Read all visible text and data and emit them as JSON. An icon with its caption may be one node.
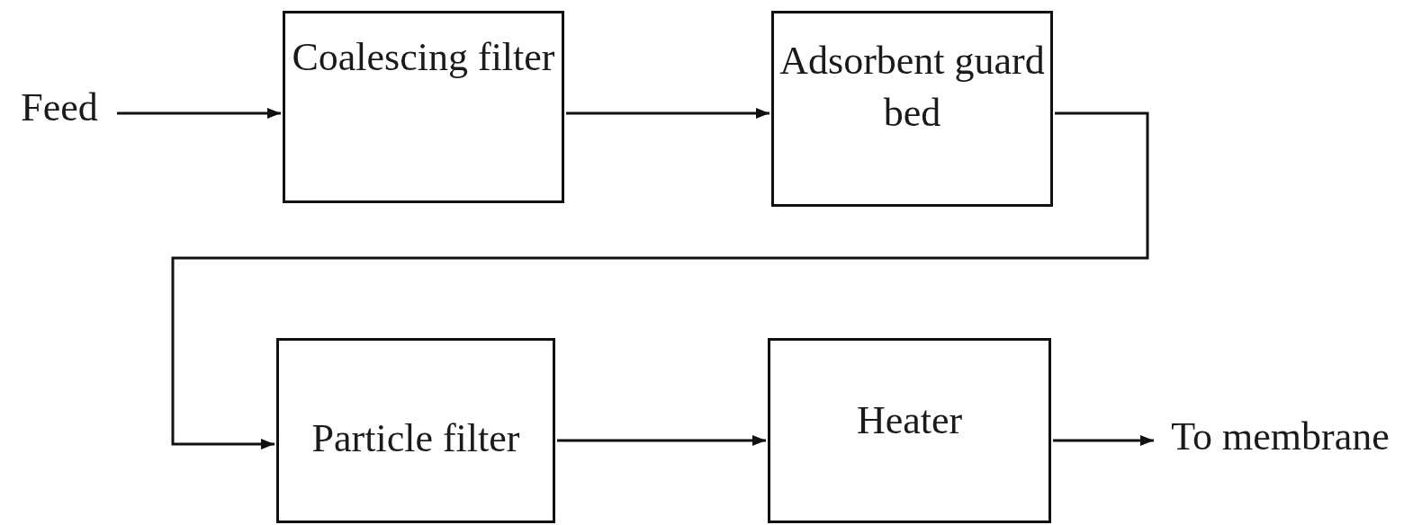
{
  "diagram": {
    "nodes": [
      {
        "text": [
          "Feed"
        ]
      },
      {
        "text": [
          "Coalescing filter"
        ]
      },
      {
        "text": [
          "Adsorbent guard bed"
        ]
      },
      {
        "text": [
          "Particle filter"
        ]
      },
      {
        "text": [
          "Heater"
        ]
      },
      {
        "text": [
          "To membrane"
        ]
      }
    ],
    "edges": [
      {
        "from": 0,
        "to": 1,
        "arrow": "to"
      },
      {
        "from": 1,
        "to": 2,
        "arrow": "to"
      },
      {
        "from": 2,
        "to": 3,
        "arrow": "to"
      },
      {
        "from": 3,
        "to": 4,
        "arrow": "to"
      },
      {
        "from": 4,
        "to": 5,
        "arrow": "to"
      }
    ]
  }
}
